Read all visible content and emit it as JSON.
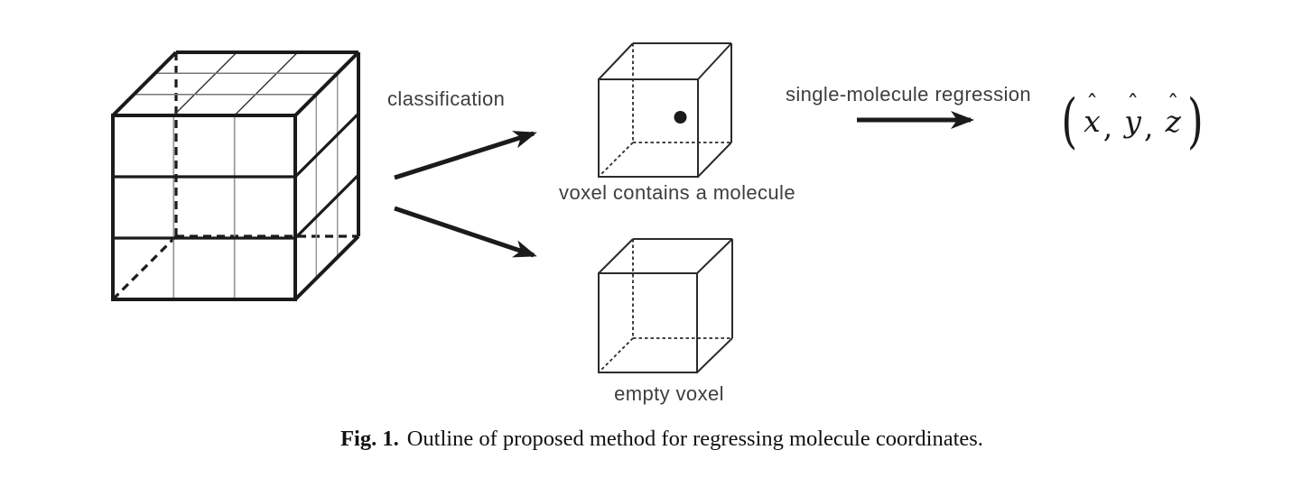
{
  "figure": {
    "diagram": {
      "classification_label": "classification",
      "molecule_voxel_label": "voxel contains a molecule",
      "empty_voxel_label": "empty voxel",
      "regression_label": "single-molecule regression",
      "coordinates": {
        "open_paren": "(",
        "hat": "ˆ",
        "x": "x",
        "comma": ",",
        "y": "y",
        "z": "z",
        "close_paren": ")"
      }
    },
    "caption": {
      "tag": "Fig. 1.",
      "text": "Outline of proposed method for regressing molecule coordinates."
    },
    "colors": {
      "line": "#1b1b1b",
      "thin_grid": "#98989b",
      "label_text": "#3e3e3e",
      "caption_text": "#111111",
      "background": "#ffffff"
    }
  }
}
